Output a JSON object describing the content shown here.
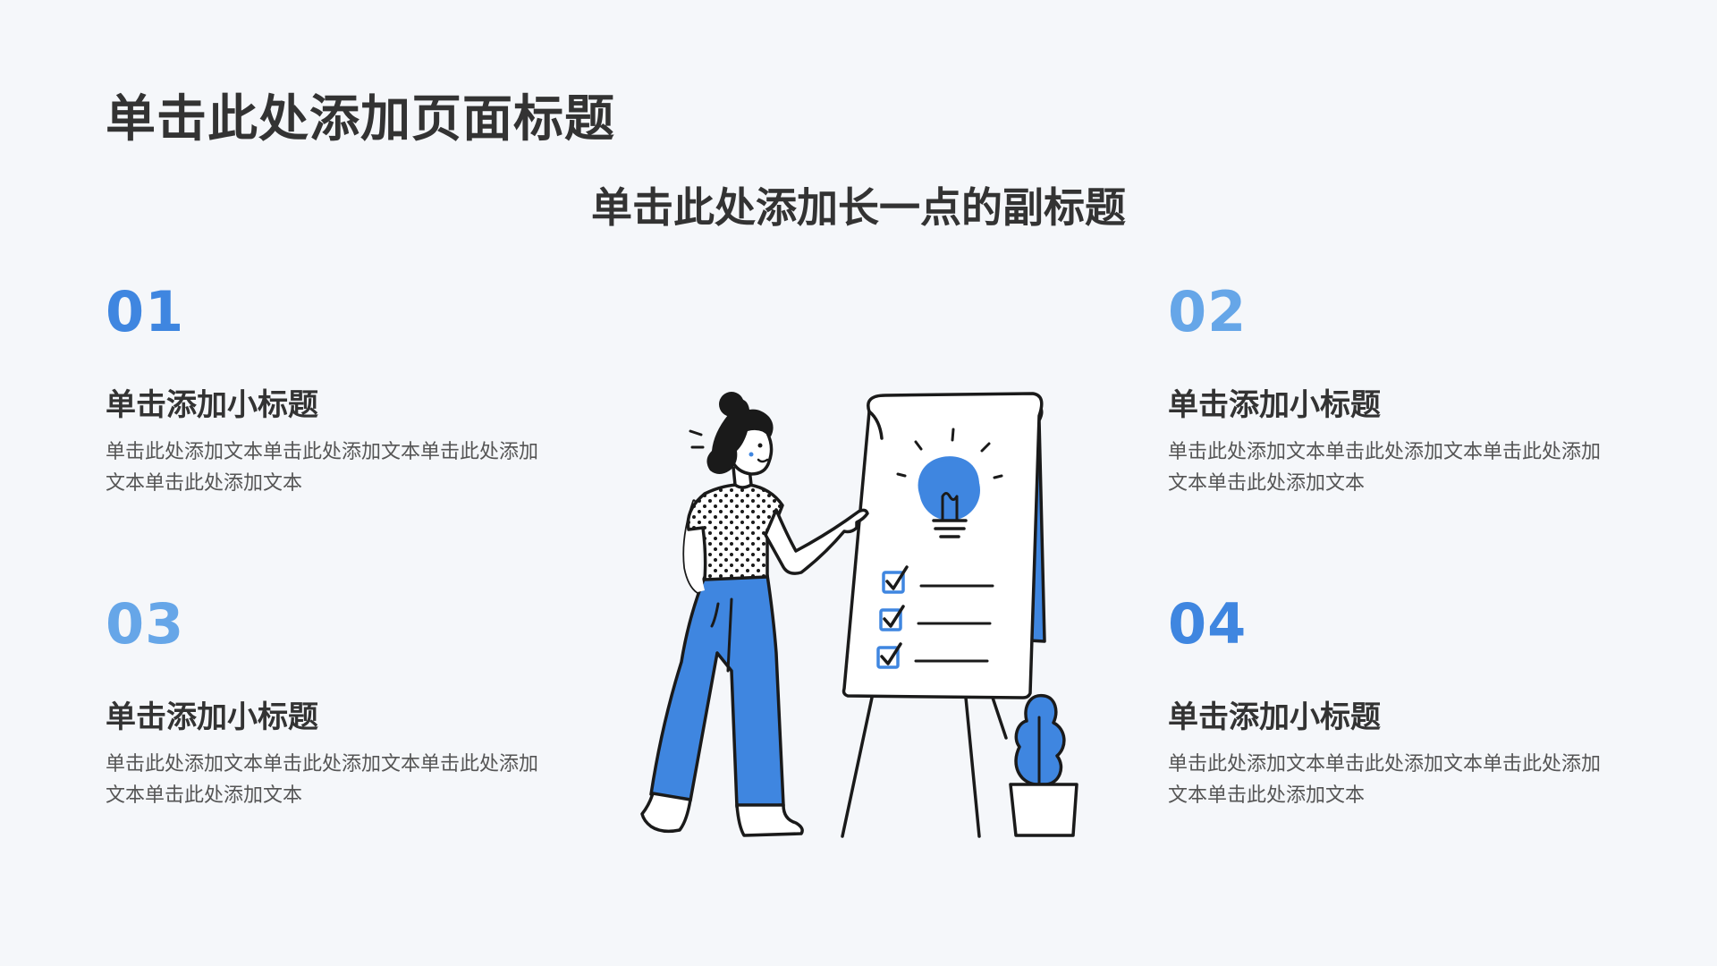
{
  "page": {
    "title": "单击此处添加页面标题",
    "subtitle": "单击此处添加长一点的副标题"
  },
  "colors": {
    "background": "#f5f7fa",
    "text_dark": "#333333",
    "accent_blue": "#3f86e0",
    "accent_light_blue": "#66a6e8"
  },
  "sections": [
    {
      "number": "01",
      "heading": "单击添加小标题",
      "body": "单击此处添加文本单击此处添加文本单击此处添加文本单击此处添加文本",
      "number_color": "#3f86e0"
    },
    {
      "number": "02",
      "heading": "单击添加小标题",
      "body": "单击此处添加文本单击此处添加文本单击此处添加文本单击此处添加文本",
      "number_color": "#66a6e8"
    },
    {
      "number": "03",
      "heading": "单击添加小标题",
      "body": "单击此处添加文本单击此处添加文本单击此处添加文本单击此处添加文本",
      "number_color": "#66a6e8"
    },
    {
      "number": "04",
      "heading": "单击添加小标题",
      "body": "单击此处添加文本单击此处添加文本单击此处添加文本单击此处添加文本",
      "number_color": "#3f86e0"
    }
  ],
  "illustration": {
    "icon": "presenter-with-idea-board-icon"
  }
}
